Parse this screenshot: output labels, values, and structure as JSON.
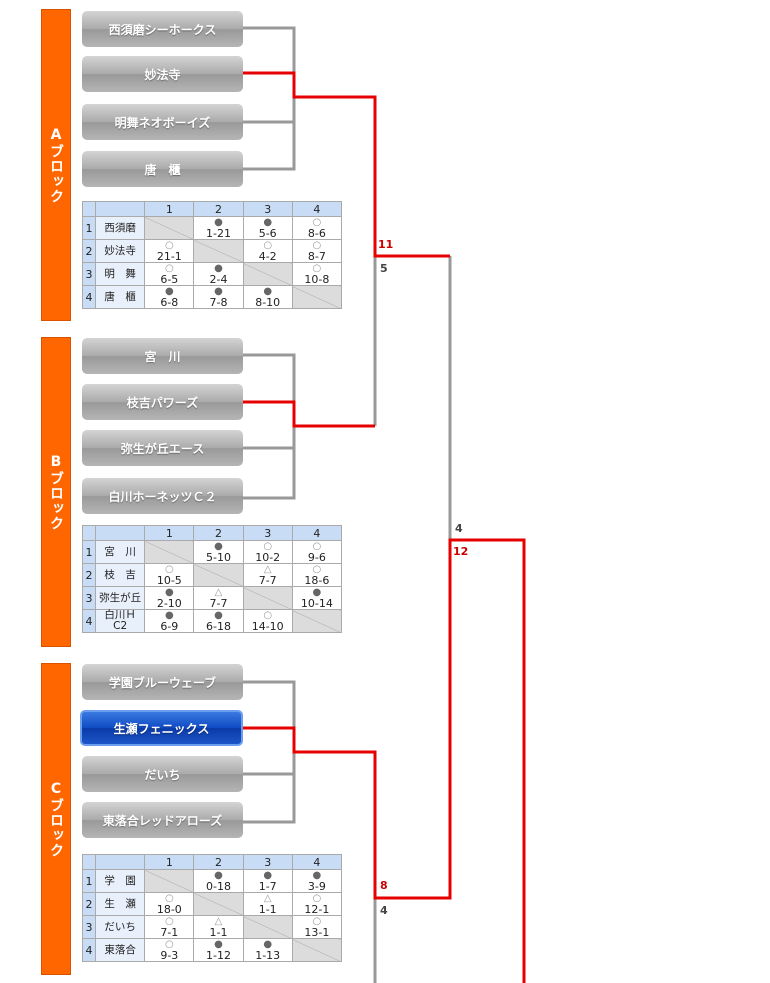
{
  "blocks": [
    {
      "label": "Aブロック",
      "teams": [
        "西須磨シーホークス",
        "妙法寺",
        "明舞ネオボーイズ",
        "唐　櫃"
      ],
      "table": {
        "cols": [
          "1",
          "2",
          "3",
          "4"
        ],
        "rows": [
          {
            "num": "1",
            "name": "西須磨",
            "cells": [
              null,
              [
                "●",
                "1-21"
              ],
              [
                "●",
                "5-6"
              ],
              [
                "○",
                "8-6"
              ]
            ]
          },
          {
            "num": "2",
            "name": "妙法寺",
            "cells": [
              [
                "○",
                "21-1"
              ],
              null,
              [
                "○",
                "4-2"
              ],
              [
                "○",
                "8-7"
              ]
            ]
          },
          {
            "num": "3",
            "name": "明　舞",
            "cells": [
              [
                "○",
                "6-5"
              ],
              [
                "●",
                "2-4"
              ],
              null,
              [
                "○",
                "10-8"
              ]
            ]
          },
          {
            "num": "4",
            "name": "唐　櫃",
            "cells": [
              [
                "●",
                "6-8"
              ],
              [
                "●",
                "7-8"
              ],
              [
                "●",
                "8-10"
              ],
              null
            ]
          }
        ]
      }
    },
    {
      "label": "Bブロック",
      "teams": [
        "宮　川",
        "枝吉パワーズ",
        "弥生が丘エース",
        "白川ホーネッツＣ２"
      ],
      "table": {
        "cols": [
          "1",
          "2",
          "3",
          "4"
        ],
        "rows": [
          {
            "num": "1",
            "name": "宮　川",
            "cells": [
              null,
              [
                "●",
                "5-10"
              ],
              [
                "○",
                "10-2"
              ],
              [
                "○",
                "9-6"
              ]
            ]
          },
          {
            "num": "2",
            "name": "枝　吉",
            "cells": [
              [
                "○",
                "10-5"
              ],
              null,
              [
                "△",
                "7-7"
              ],
              [
                "○",
                "18-6"
              ]
            ]
          },
          {
            "num": "3",
            "name": "弥生が丘",
            "cells": [
              [
                "●",
                "2-10"
              ],
              [
                "△",
                "7-7"
              ],
              null,
              [
                "●",
                "10-14"
              ]
            ]
          },
          {
            "num": "4",
            "name": "白川Ｈ C2",
            "cells": [
              [
                "●",
                "6-9"
              ],
              [
                "●",
                "6-18"
              ],
              [
                "○",
                "14-10"
              ],
              null
            ]
          }
        ]
      }
    },
    {
      "label": "Cブロック",
      "teams": [
        "学園ブルーウェーブ",
        "生瀬フェニックス",
        "だいち",
        "東落合レッドアローズ"
      ],
      "table": {
        "cols": [
          "1",
          "2",
          "3",
          "4"
        ],
        "rows": [
          {
            "num": "1",
            "name": "学　園",
            "cells": [
              null,
              [
                "●",
                "0-18"
              ],
              [
                "●",
                "1-7"
              ],
              [
                "●",
                "3-9"
              ]
            ]
          },
          {
            "num": "2",
            "name": "生　瀬",
            "cells": [
              [
                "○",
                "18-0"
              ],
              null,
              [
                "△",
                "1-1"
              ],
              [
                "○",
                "12-1"
              ]
            ]
          },
          {
            "num": "3",
            "name": "だいち",
            "cells": [
              [
                "○",
                "7-1"
              ],
              [
                "△",
                "1-1"
              ],
              null,
              [
                "○",
                "13-1"
              ]
            ]
          },
          {
            "num": "4",
            "name": "東落合",
            "cells": [
              [
                "○",
                "9-3"
              ],
              [
                "●",
                "1-12"
              ],
              [
                "●",
                "1-13"
              ],
              null
            ]
          }
        ]
      }
    }
  ],
  "scores": {
    "ab_win": "11",
    "ab_lose": "5",
    "sf_lose": "4",
    "sf_win": "12",
    "c_win": "8",
    "c_lose": "4"
  },
  "colors": {
    "win_line": "#e60000",
    "lose_line": "#999999",
    "block": "#ff6600",
    "selected_team": "#0f4bc4"
  }
}
